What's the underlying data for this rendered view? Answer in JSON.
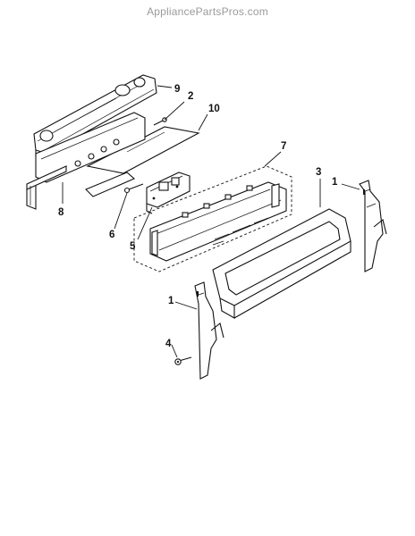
{
  "watermark": "AppliancePartsPros.com",
  "callouts": {
    "c1_right": "1",
    "c1_left": "1",
    "c2": "2",
    "c3": "3",
    "c4": "4",
    "c5": "5",
    "c6": "6",
    "c7": "7",
    "c8": "8",
    "c9": "9",
    "c10": "10"
  }
}
